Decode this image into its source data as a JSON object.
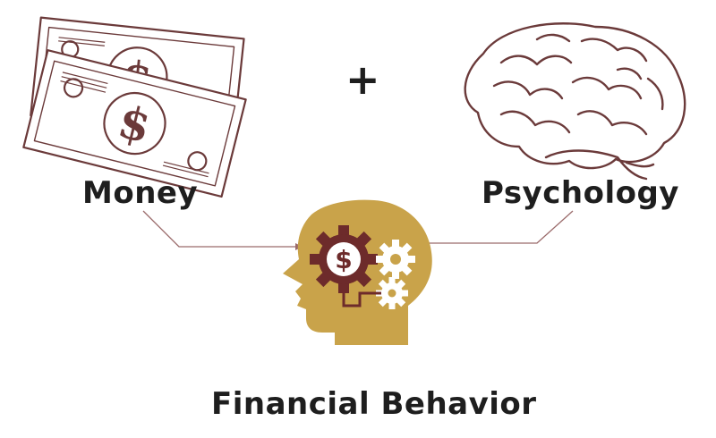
{
  "labels": {
    "money": "Money",
    "psychology": "Psychology",
    "financial_behavior": "Financial Behavior",
    "plus": "+"
  },
  "icons": {
    "money": "banknotes-icon",
    "psychology": "brain-icon",
    "financial_behavior": "head-with-gears-icon"
  },
  "colors": {
    "sketch": "#6b3a3a",
    "head": "#c9a34a",
    "gear": "#6d2b2b",
    "text": "#1e1e1e",
    "connector": "#9a6a6a"
  }
}
